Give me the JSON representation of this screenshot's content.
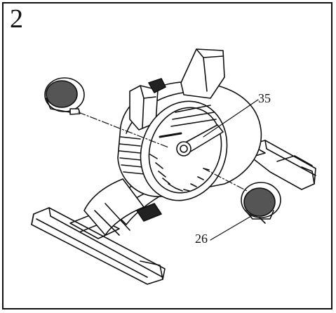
{
  "diagram": {
    "step_number": "2",
    "callouts": [
      {
        "id": "35",
        "label": "35"
      },
      {
        "id": "26",
        "label": "26"
      }
    ]
  }
}
